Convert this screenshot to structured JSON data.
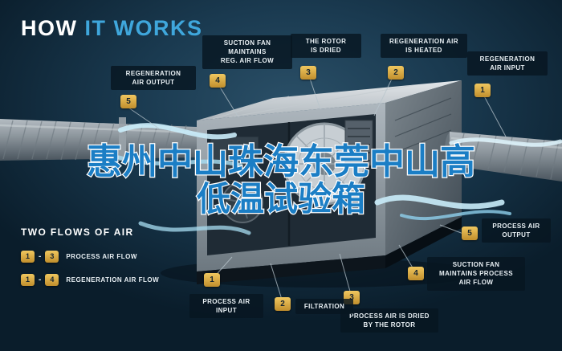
{
  "title": {
    "how": "HOW",
    "it_works": " IT WORKS"
  },
  "overlay_text": {
    "line1": "惠州中山珠海东莞中山高",
    "line2": "低温试验箱"
  },
  "callouts": [
    {
      "num": "5",
      "label": "REGENERATION\nAIR OUTPUT"
    },
    {
      "num": "4",
      "label": "SUCTION FAN\nMAINTAINS\nREG. AIR FLOW"
    },
    {
      "num": "3",
      "label": "THE ROTOR\nIS DRIED"
    },
    {
      "num": "2",
      "label": "REGENERATION AIR\nIS HEATED"
    },
    {
      "num": "1",
      "label": "REGENERATION\nAIR INPUT"
    },
    {
      "num": "5",
      "label": "PROCESS AIR\nOUTPUT"
    },
    {
      "num": "4",
      "label": "SUCTION FAN\nMAINTAINS PROCESS\nAIR FLOW"
    },
    {
      "num": "3",
      "label": "PROCESS AIR IS DRIED\nBY THE ROTOR"
    },
    {
      "num": "2",
      "label": "FILTRATION"
    },
    {
      "num": "1",
      "label": "PROCESS AIR\nINPUT"
    }
  ],
  "legend": {
    "heading": "TWO FLOWS OF AIR",
    "separator": "-",
    "rows": [
      {
        "from": "1",
        "to": "3",
        "label": "PROCESS AIR FLOW"
      },
      {
        "from": "1",
        "to": "4",
        "label": "REGENERATION AIR FLOW"
      }
    ]
  },
  "colors": {
    "badge_gold": "#D8A845",
    "accent_blue": "#3FA7DC",
    "overlay_blue": "#1B7EC5",
    "background_navy": "#0A1D2B"
  }
}
